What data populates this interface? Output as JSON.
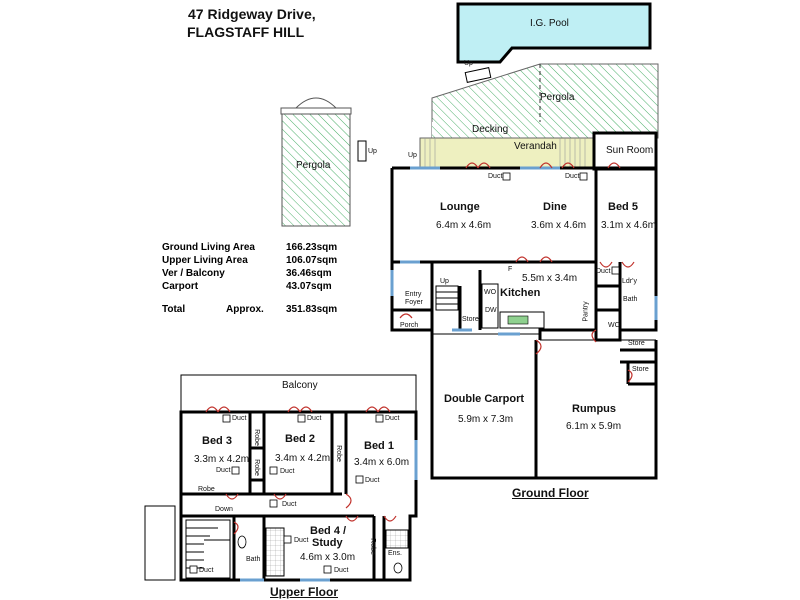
{
  "address": {
    "line1": "47 Ridgeway Drive,",
    "line2": "FLAGSTAFF HILL"
  },
  "areas": {
    "rows": [
      {
        "label": "Ground Living Area",
        "value": "166.23sqm"
      },
      {
        "label": "Upper Living Area",
        "value": "106.07sqm"
      },
      {
        "label": "Ver / Balcony",
        "value": "36.46sqm"
      },
      {
        "label": "Carport",
        "value": "43.07sqm"
      }
    ],
    "total_label": "Total",
    "approx_label": "Approx.",
    "total_value": "351.83sqm"
  },
  "ground": {
    "title": "Ground Floor",
    "pool": "I.G. Pool",
    "pergola_top": "Pergola",
    "decking": "Decking",
    "verandah": "Verandah",
    "sun_room": "Sun Room",
    "lounge": {
      "name": "Lounge",
      "dim": "6.4m x 4.6m"
    },
    "dine": {
      "name": "Dine",
      "dim": "3.6m x 4.6m"
    },
    "bed5": {
      "name": "Bed 5",
      "dim": "3.1m x 4.6m"
    },
    "kitchen": {
      "name": "Kitchen",
      "dim": "5.5m x 3.4m"
    },
    "entry_foyer": "Entry\nFoyer",
    "porch": "Porch",
    "store": "Store",
    "double_carport": {
      "name": "Double Carport",
      "dim": "5.9m x 7.3m"
    },
    "rumpus": {
      "name": "Rumpus",
      "dim": "6.1m x 5.9m"
    },
    "ldry": "Ldr'y",
    "bath": "Bath",
    "wc": "WC",
    "pantry": "Pantry",
    "duct": "Duct",
    "up": "Up",
    "f": "F",
    "wo": "WO",
    "dw": "DW"
  },
  "detached": {
    "pergola": "Pergola",
    "up": "Up"
  },
  "upper": {
    "title": "Upper Floor",
    "balcony": "Balcony",
    "bed3": {
      "name": "Bed 3",
      "dim": "3.3m x 4.2m"
    },
    "bed2": {
      "name": "Bed 2",
      "dim": "3.4m x 4.2m"
    },
    "bed1": {
      "name": "Bed 1",
      "dim": "3.4m x 6.0m"
    },
    "bed4": {
      "name": "Bed 4 /",
      "name2": "Study",
      "dim": "4.6m x 3.0m"
    },
    "robe": "Robe",
    "bath": "Bath",
    "ens": "Ens.",
    "down": "Down",
    "duct": "Duct"
  },
  "colors": {
    "pool": "#bfeff4",
    "hatch": "#4caf6a",
    "verandah": "#eef0c0",
    "wall": "#000000",
    "window": "#6aa0d0",
    "door": "#c0302a"
  }
}
